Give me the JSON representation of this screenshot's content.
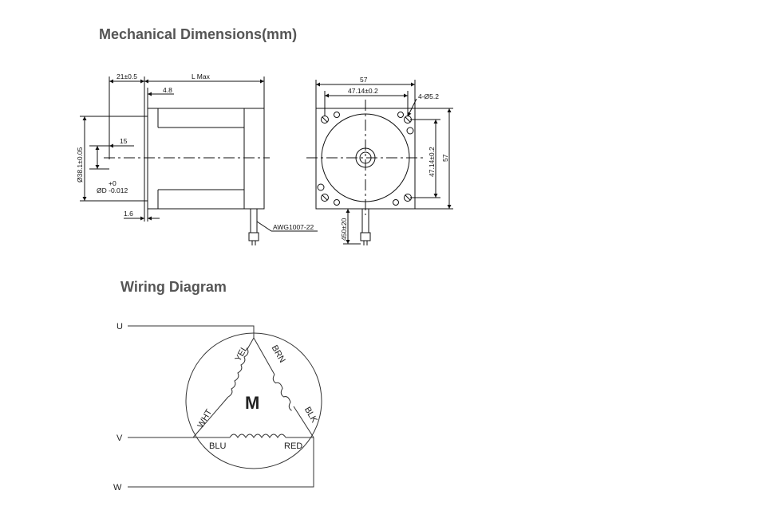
{
  "mechanical": {
    "title": "Mechanical Dimensions(mm)",
    "side": {
      "d_21": "21±0.5",
      "d_l": "L Max",
      "d_48": "4.8",
      "d_15": "15",
      "d_381": "Ø38.1±0.05",
      "d_tol_top": "+0",
      "d_tol_bot": "ØD -0.012",
      "d_16": "1.6",
      "awg": "AWG1007-22"
    },
    "front": {
      "d_57_top": "57",
      "d_4714_top": "47.14±0.2",
      "d_holes": "4-Ø5.2",
      "d_4714_right": "47.14±0.2",
      "d_57_right": "57",
      "d_450": "450±20"
    }
  },
  "wiring": {
    "title": "Wiring Diagram",
    "terminals": {
      "u": "U",
      "v": "V",
      "w": "W"
    },
    "motor_label": "M",
    "wires": {
      "yel": "YEL",
      "brn": "BRN",
      "wht": "WHT",
      "blk": "BLK",
      "blu": "BLU",
      "red": "RED"
    }
  }
}
